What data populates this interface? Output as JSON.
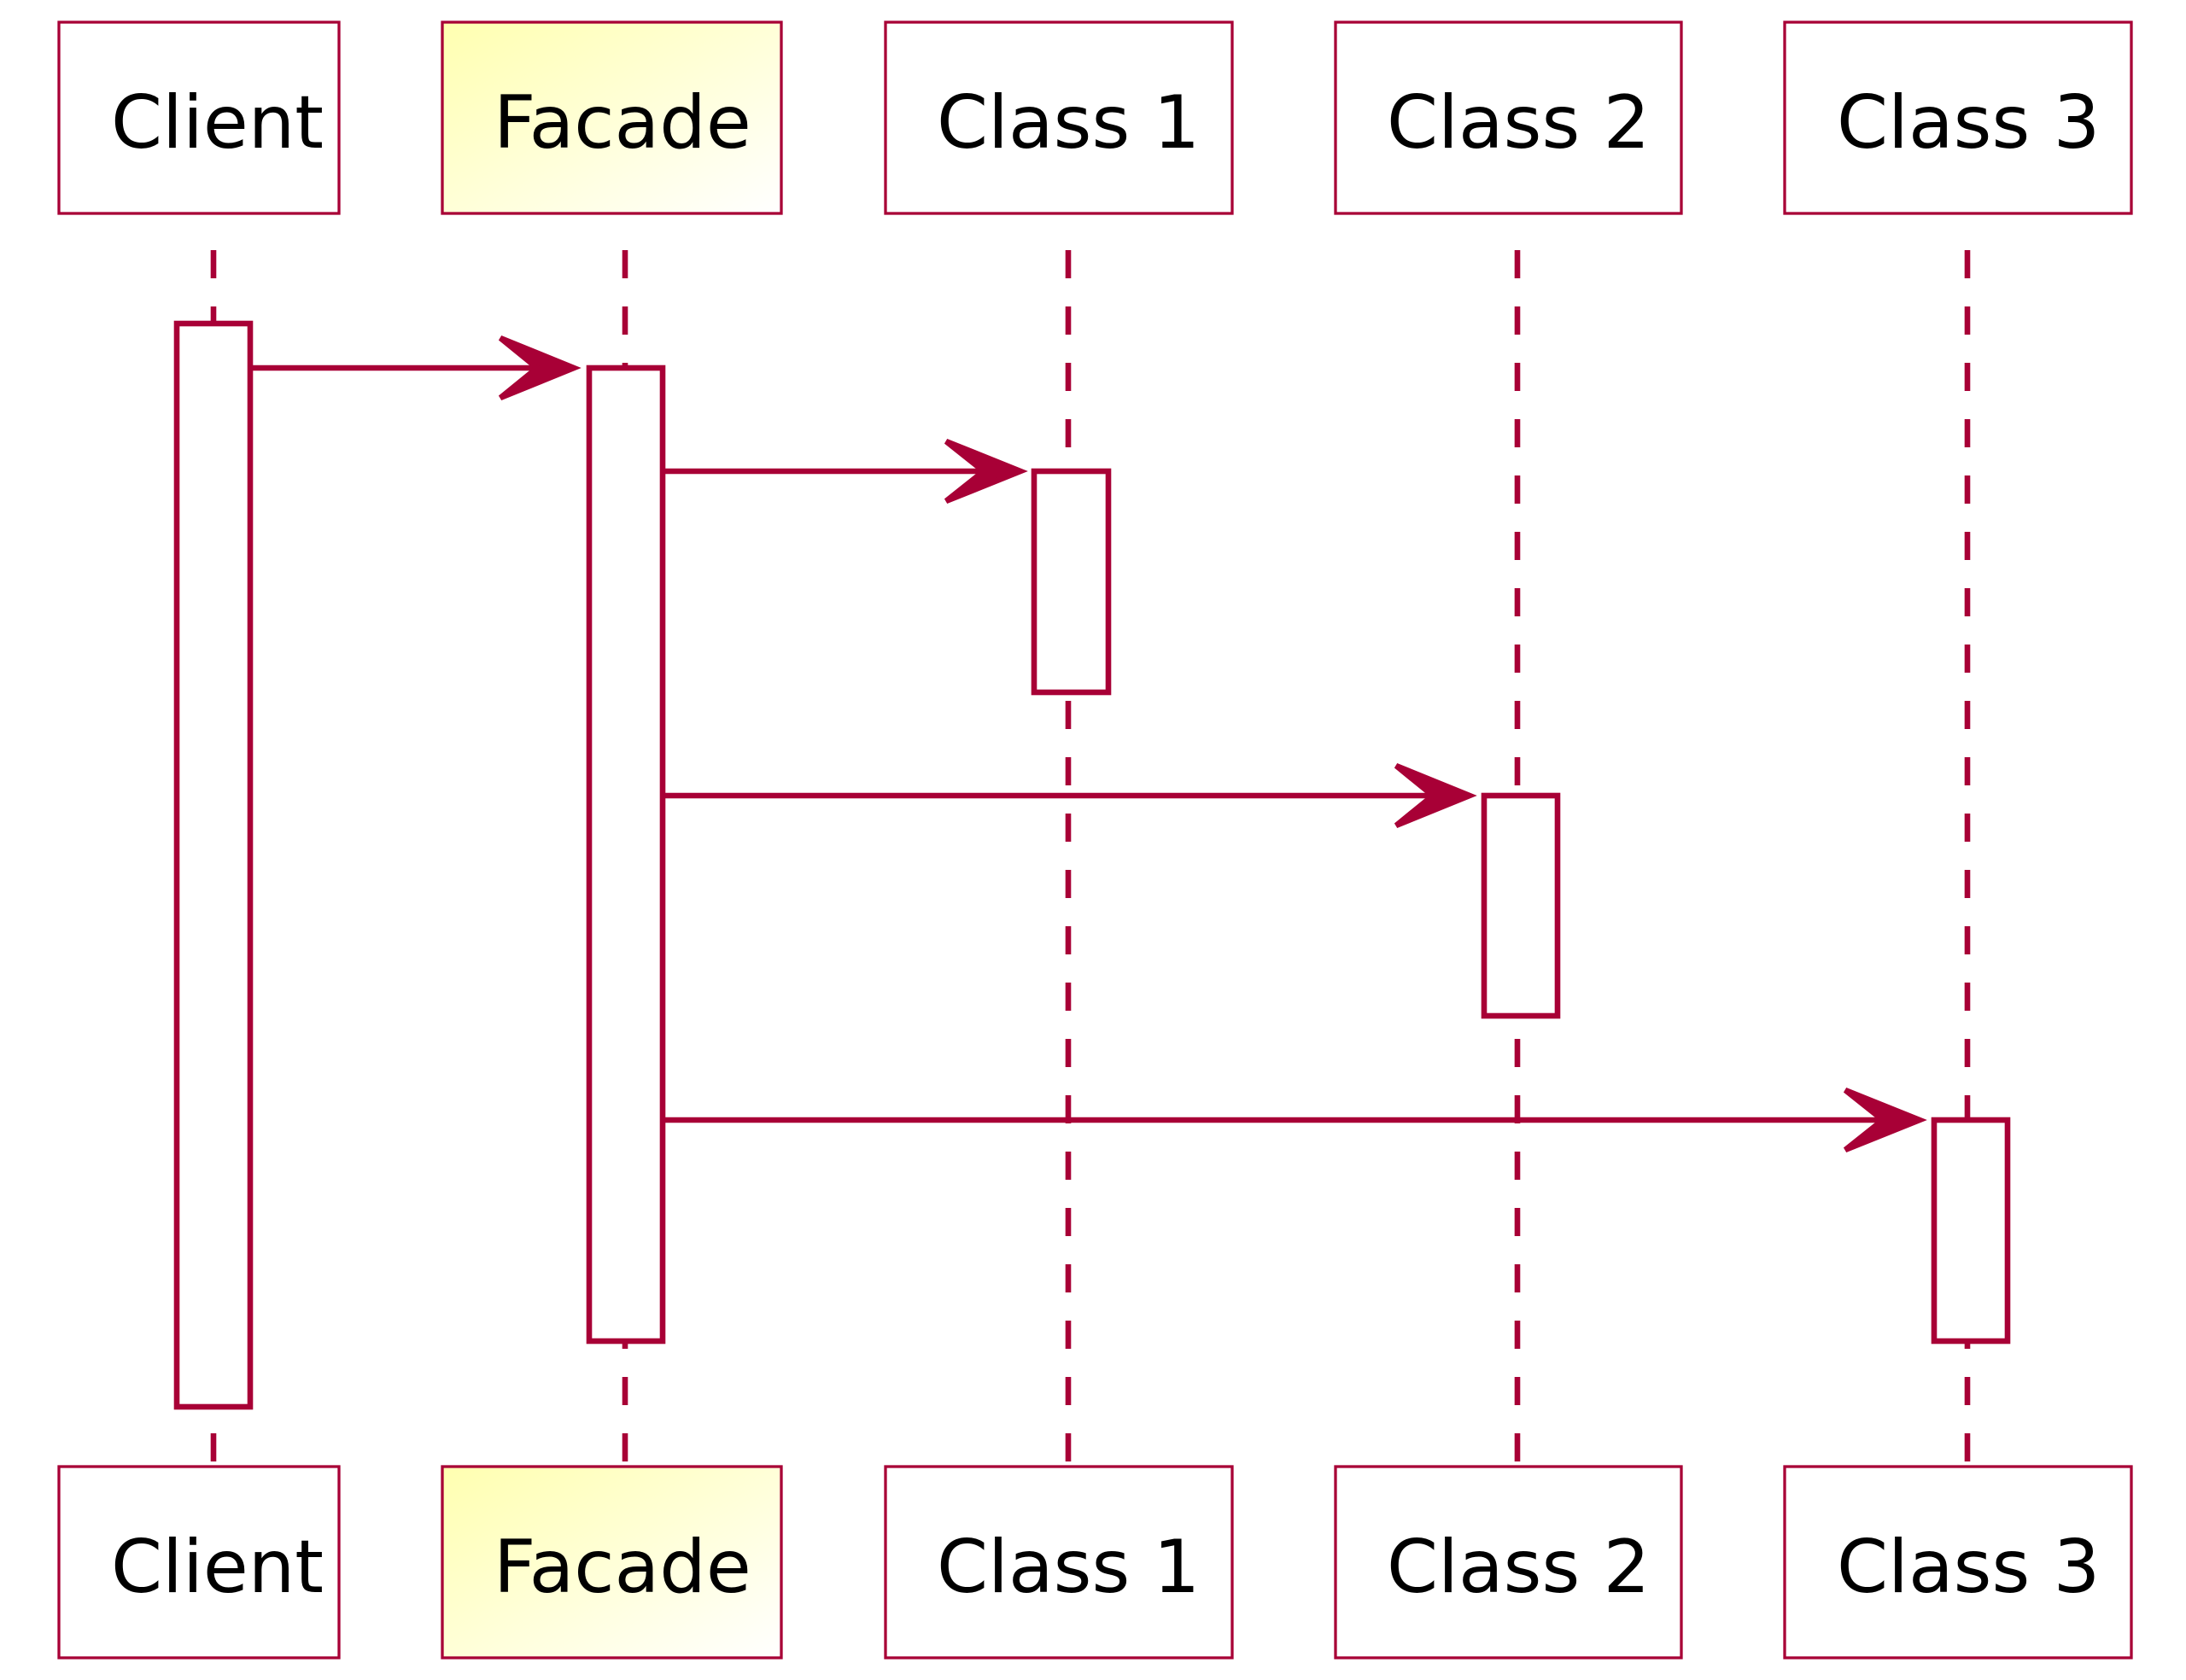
{
  "diagram": {
    "type": "sequence",
    "colors": {
      "line": "#A80036",
      "box_fill": "#FFFFFF",
      "facade_gradient_start": "#FFFFB0",
      "facade_gradient_end": "#FFFFFF",
      "text": "#000000"
    },
    "participants": [
      {
        "id": "client",
        "label": "Client",
        "highlighted": false
      },
      {
        "id": "facade",
        "label": "Facade",
        "highlighted": true
      },
      {
        "id": "class1",
        "label": "Class 1",
        "highlighted": false
      },
      {
        "id": "class2",
        "label": "Class 2",
        "highlighted": false
      },
      {
        "id": "class3",
        "label": "Class 3",
        "highlighted": false
      }
    ],
    "messages": [
      {
        "from": "client",
        "to": "facade",
        "label": ""
      },
      {
        "from": "facade",
        "to": "class1",
        "label": ""
      },
      {
        "from": "facade",
        "to": "class2",
        "label": ""
      },
      {
        "from": "facade",
        "to": "class3",
        "label": ""
      }
    ],
    "activations": [
      {
        "participant": "client"
      },
      {
        "participant": "facade"
      },
      {
        "participant": "class1"
      },
      {
        "participant": "class2"
      },
      {
        "participant": "class3"
      }
    ]
  }
}
